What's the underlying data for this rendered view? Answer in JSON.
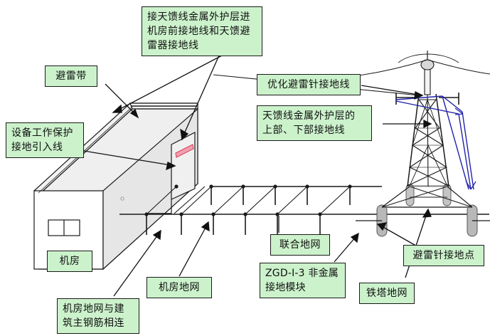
{
  "diagram": {
    "title_absent": true,
    "background_color": "#ffffff",
    "callout_fill": "#ccf2cc",
    "callout_border": "#1a1a1a",
    "leader_line_color": "#111111",
    "ground_line_color": "#111111",
    "tower_color": "#111111",
    "grounding_wire_color": "#2222aa",
    "building_face_color": "#e8e8e8",
    "building_top_color": "#efefef",
    "pillar_color": "#b3b3b3",
    "accent_red": "#e8788a"
  },
  "labels": {
    "feeder_shield_entry": "接天馈线金属外护层进\n机房前接地线和天馈避\n雷器接地线",
    "lightning_belt": "避雷带",
    "equipment_protective_earth": "设备工作保护\n接地引入线",
    "optimized_lightning_rod_ground": "优化避雷针接地线",
    "feeder_shield_upper_lower": "天馈线金属外护层的\n上部、下部接地线",
    "equipment_room": "机房",
    "equipment_room_ground_grid": "机房地网",
    "room_grid_rebar_connection": "机房地网与建\n筑主钢筋相连",
    "combined_ground_grid": "联合地网",
    "ground_module": "ZGD-I-3 非金属\n接地模块",
    "tower_ground_grid": "铁塔地网",
    "lightning_rod_ground_point": "避雷针接地点"
  }
}
